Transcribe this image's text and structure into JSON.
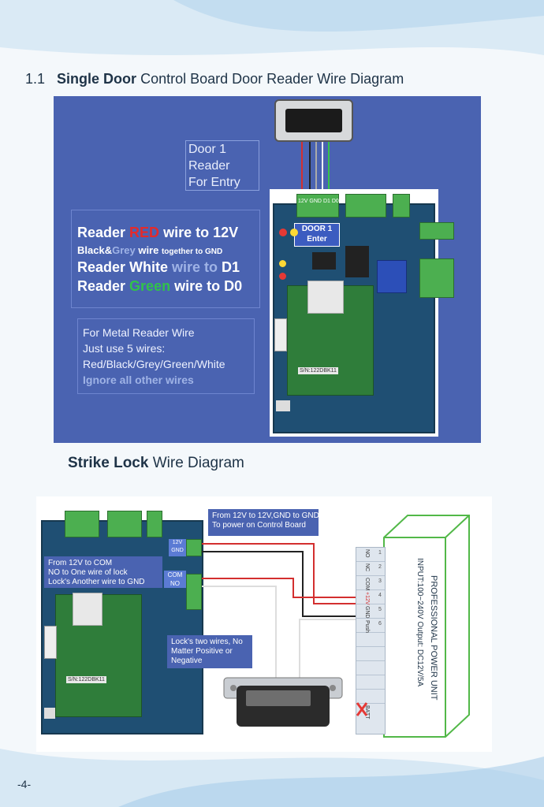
{
  "section": {
    "number": "1.1",
    "title_bold": "Single Door",
    "title_rest": " Control Board Door Reader Wire Diagram"
  },
  "door_label": [
    "Door 1",
    "Reader",
    "For Entry"
  ],
  "board_label": {
    "line1": "DOOR 1",
    "line2": "Enter"
  },
  "terminal_labels_top": [
    "12V",
    "GND",
    "D1",
    "D0"
  ],
  "instructions": [
    {
      "a": "Reader ",
      "b": "RED",
      "c": " wire to 12V"
    },
    {
      "a": "Black&",
      "b": "Grey",
      "c": " wire ",
      "d": "together",
      "e": " to GND"
    },
    {
      "a": "Reader White ",
      "b": "wire to",
      "c": " D1"
    },
    {
      "a": "Reader ",
      "b": "Green",
      "c": " wire to D0"
    }
  ],
  "metal_note": [
    "For Metal Reader Wire",
    "Just use 5 wires:",
    "Red/Black/Grey/Green/White",
    "Ignore all other wires"
  ],
  "section2": {
    "title_bold": "Strike Lock",
    "title_rest": " Wire Diagram"
  },
  "power_note": [
    "From 12V to 12V,GND to GND",
    "To power on Control Board"
  ],
  "com_note": [
    "From 12V to COM",
    "NO to One wire of lock",
    "Lock's Another wire to GND"
  ],
  "lock_note": [
    "Lock's two wires, No",
    "Matter Positive or",
    "Negative"
  ],
  "board2_labels": {
    "v12": "12V",
    "gnd": "GND",
    "com": "COM",
    "no": "NO"
  },
  "serial": "S/N:122DBK11",
  "psu": {
    "line1": "PROFESSIONAL POWER UNIT",
    "line2": "INPUT:100~240V  Output: DC12V/5A"
  },
  "psu_terminals": [
    {
      "label": "NO",
      "num": "1"
    },
    {
      "label": "NC",
      "num": "2"
    },
    {
      "label": "COM",
      "num": "3"
    },
    {
      "label": "+12V",
      "num": "4"
    },
    {
      "label": "GND",
      "num": "5"
    },
    {
      "label": "Push",
      "num": "6"
    },
    {
      "label": "",
      "num": ""
    },
    {
      "label": "",
      "num": ""
    },
    {
      "label": "",
      "num": ""
    },
    {
      "label": "",
      "num": ""
    },
    {
      "label": "",
      "num": ""
    },
    {
      "label": "BATT",
      "num": ""
    }
  ],
  "page_number": "-4-",
  "colors": {
    "panel": "#4a63b1",
    "board": "#1f4f73",
    "pcb": "#2f7d3a",
    "red_wire": "#d32f2f",
    "psu_outline": "#52b848"
  }
}
